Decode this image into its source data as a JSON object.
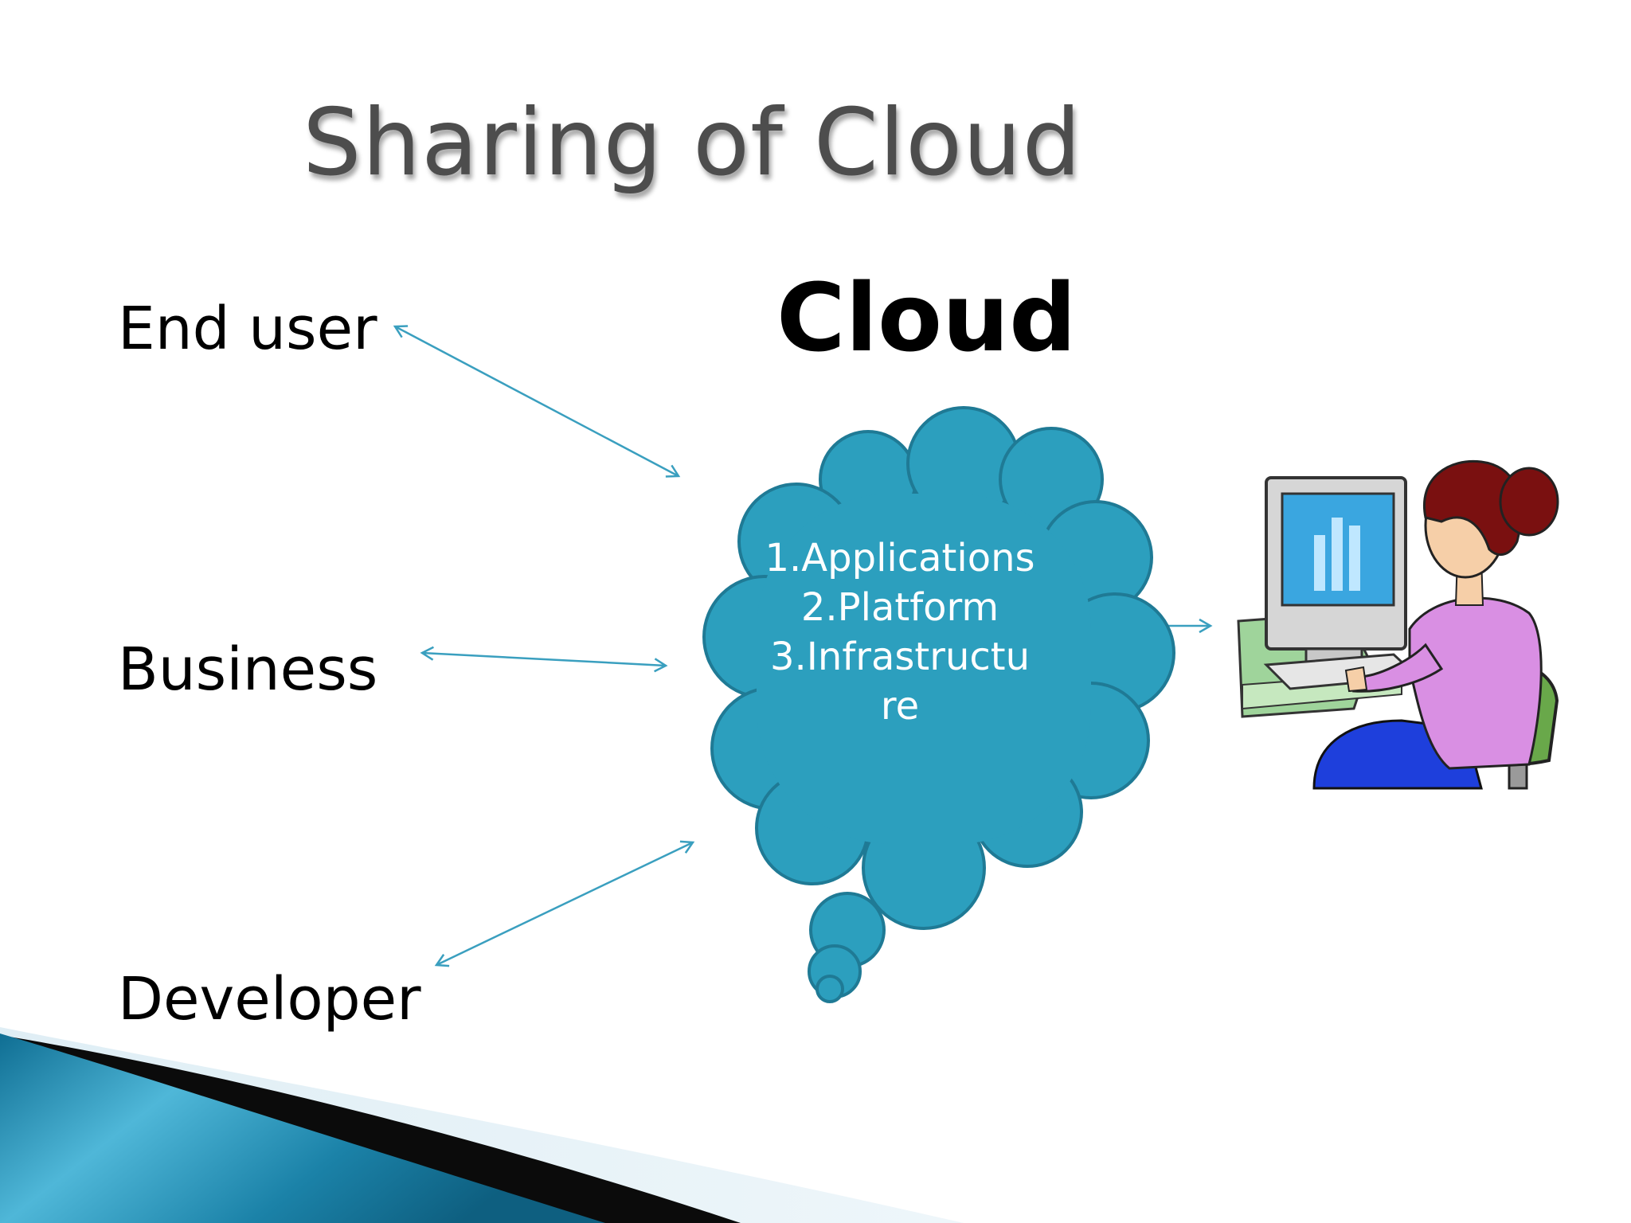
{
  "slide": {
    "title": "Sharing of Cloud",
    "cloud_heading": "Cloud"
  },
  "actors": {
    "end_user": "End user",
    "business": "Business",
    "developer": "Developer"
  },
  "cloud": {
    "items": [
      "1.Applications",
      "2.Platform",
      "3.Infrastructure"
    ]
  },
  "colors": {
    "cloud_fill": "#2c9fbe",
    "cloud_stroke": "#1f7a95",
    "arrow": "#3a9fbf",
    "title_text": "#4d4d4d",
    "accent_band": "#1e88ad"
  },
  "icons": {
    "cloud": "thought-cloud-icon",
    "user": "woman-at-computer-icon"
  }
}
